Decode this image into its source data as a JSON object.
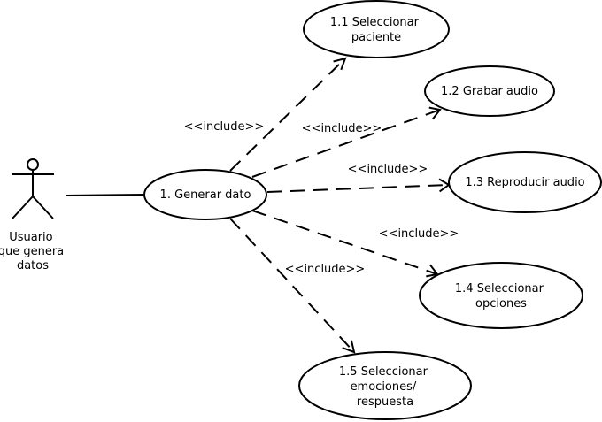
{
  "actor": {
    "label_lines": [
      "Usuario",
      "que genera",
      "datos"
    ]
  },
  "main_use_case": {
    "label": "1. Generar dato"
  },
  "use_cases": [
    {
      "label_lines": [
        "1.1 Seleccionar",
        "paciente"
      ]
    },
    {
      "label_lines": [
        "1.2 Grabar audio"
      ]
    },
    {
      "label_lines": [
        "1.3 Reproducir audio"
      ]
    },
    {
      "label_lines": [
        "1.4 Seleccionar",
        "opciones"
      ]
    },
    {
      "label_lines": [
        "1.5 Seleccionar",
        "emociones/",
        "respuesta"
      ]
    }
  ],
  "relations": [
    {
      "label": "<<include>>"
    },
    {
      "label": "<<include>>"
    },
    {
      "label": "<<include>>"
    },
    {
      "label": "<<include>>"
    },
    {
      "label": "<<include>>"
    }
  ]
}
